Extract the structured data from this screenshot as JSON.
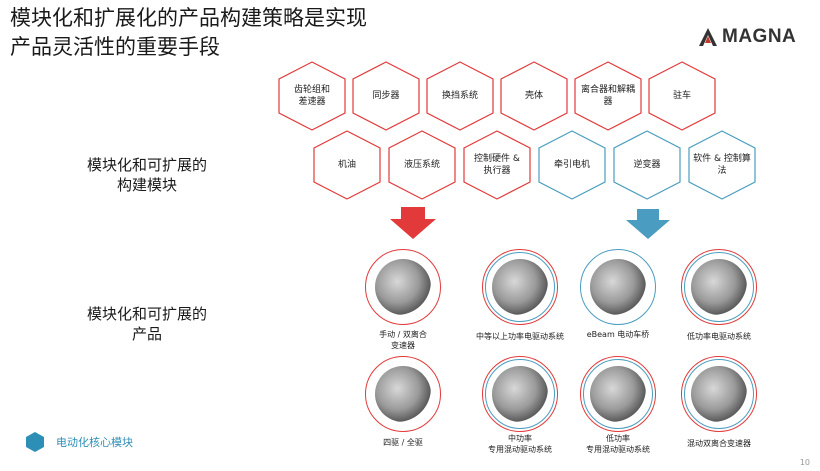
{
  "title": {
    "line1": "模块化和扩展化的产品构建策略是实现",
    "line2": "产品灵活性的重要手段"
  },
  "logo": {
    "text": "MAGNA"
  },
  "left_labels": {
    "modules": {
      "line1": "模块化和可扩展的",
      "line2": "构建模块"
    },
    "products": {
      "line1": "模块化和可扩展的",
      "line2": "产品"
    }
  },
  "colors": {
    "red": "#e23a3a",
    "blue": "#4a9cc0",
    "footer_blue": "#2e8fb6"
  },
  "modules_row1": [
    {
      "label": "齿轮组和\n差速器",
      "color": "red"
    },
    {
      "label": "同步器",
      "color": "red"
    },
    {
      "label": "换挡系统",
      "color": "red"
    },
    {
      "label": "壳体",
      "color": "red"
    },
    {
      "label": "离合器和解耦器",
      "color": "red"
    },
    {
      "label": "驻车",
      "color": "red"
    }
  ],
  "modules_row2": [
    {
      "label": "机油",
      "color": "red"
    },
    {
      "label": "液压系统",
      "color": "red"
    },
    {
      "label": "控制硬件 &\n执行器",
      "color": "red"
    },
    {
      "label": "牵引电机",
      "color": "blue"
    },
    {
      "label": "逆变器",
      "color": "blue"
    },
    {
      "label": "软件 & 控制算\n法",
      "color": "blue"
    }
  ],
  "products": [
    {
      "caption": "手动 / 双离合\n变速器",
      "ring": "red",
      "icon": "transmission-image"
    },
    {
      "caption": "中等以上功率电驱动系统",
      "ring": "both",
      "icon": "edrive-image"
    },
    {
      "caption": "eBeam 电动车桥",
      "ring": "blue",
      "icon": "ebeam-axle-image"
    },
    {
      "caption": "低功率电驱动系统",
      "ring": "both",
      "icon": "edrive-low-image"
    },
    {
      "caption": "四驱 / 全驱",
      "ring": "red",
      "icon": "awd-image"
    },
    {
      "caption": "中功率\n专用混动驱动系统",
      "ring": "both",
      "icon": "hybrid-mid-image"
    },
    {
      "caption": "低功率\n专用混动驱动系统",
      "ring": "both",
      "icon": "hybrid-low-image"
    },
    {
      "caption": "混动双离合变速器",
      "ring": "both",
      "icon": "hybrid-dct-image"
    }
  ],
  "footer": {
    "label": "电动化核心模块"
  },
  "page_number": "10"
}
